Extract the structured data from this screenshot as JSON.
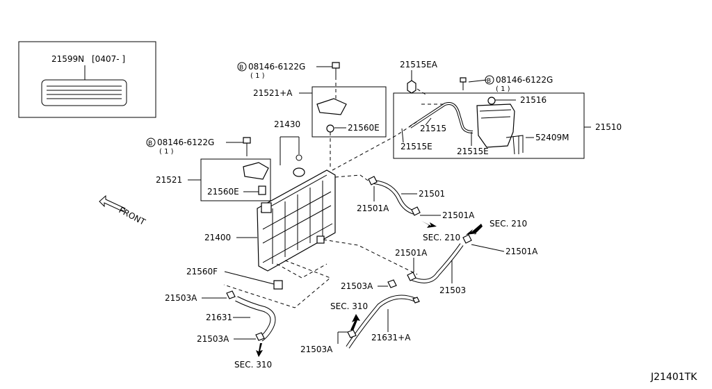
{
  "diagram_id": "J21401TK",
  "front_label": "FRONT",
  "label_box": {
    "part": "21599N",
    "date_range": "[0407-    ]"
  },
  "parts": {
    "bolt_upper_right": {
      "code": "08146-6122G",
      "qty": "( 1 )",
      "symbol": "B"
    },
    "bolt_upper_mid": {
      "code": "08146-6122G",
      "qty": "( 1 )",
      "symbol": "B"
    },
    "bolt_left": {
      "code": "08146-6122G",
      "qty": "( 1 )",
      "symbol": "B"
    },
    "p21515EA": "21515EA",
    "p21516": "21516",
    "p21510": "21510",
    "p21521A": "21521+A",
    "p21560E_upper": "21560E",
    "p21515": "21515",
    "p21515E_left": "21515E",
    "p21515E_right": "21515E",
    "p52409M": "52409M",
    "p21430": "21430",
    "p21521": "21521",
    "p21560E_left": "21560E",
    "p21501": "21501",
    "p21501A_1": "21501A",
    "p21501A_2": "21501A",
    "p21501A_3": "21501A",
    "p21501A_4": "21501A",
    "p21400": "21400",
    "p21560F": "21560F",
    "p21503A_1": "21503A",
    "p21503A_2": "21503A",
    "p21503A_3": "21503A",
    "p21503A_4": "21503A",
    "p21503": "21503",
    "p21631": "21631",
    "p21631A": "21631+A"
  },
  "sections": {
    "sec210_a": "SEC. 210",
    "sec210_b": "SEC. 210",
    "sec310_a": "SEC. 310",
    "sec310_b": "SEC. 310"
  }
}
